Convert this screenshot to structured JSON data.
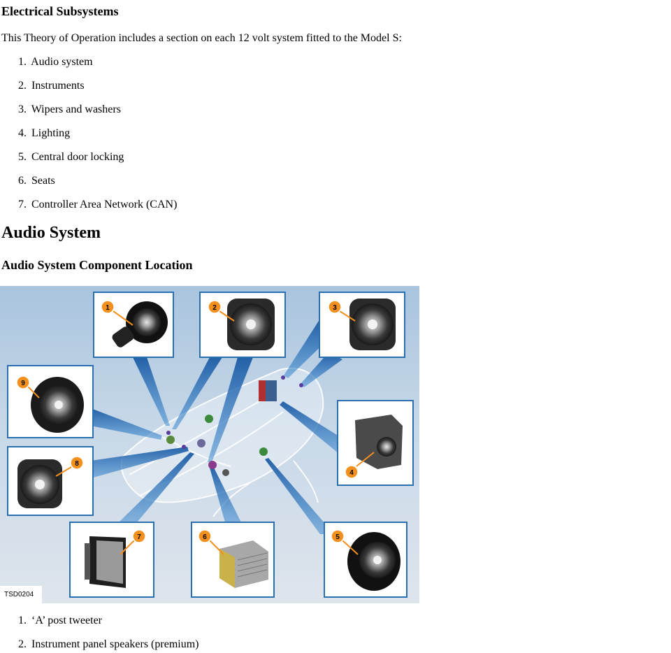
{
  "section": {
    "title": "Electrical Subsystems",
    "intro": "This Theory of Operation includes a section on each 12 volt system fitted to the Model S:",
    "items": [
      {
        "num": "1.",
        "label": "Audio system"
      },
      {
        "num": "2.",
        "label": "Instruments"
      },
      {
        "num": "3.",
        "label": "Wipers and washers"
      },
      {
        "num": "4.",
        "label": "Lighting"
      },
      {
        "num": "5.",
        "label": "Central door locking"
      },
      {
        "num": "6.",
        "label": "Seats"
      },
      {
        "num": "7.",
        "label": "Controller Area Network (CAN)"
      }
    ]
  },
  "audio": {
    "title": "Audio System",
    "subtitle": "Audio System Component Location",
    "figure": {
      "id": "TSD0204",
      "callouts": [
        "1",
        "2",
        "3",
        "4",
        "5",
        "6",
        "7",
        "8",
        "9"
      ]
    },
    "components": [
      {
        "num": "1.",
        "label": "‘A’ post tweeter"
      },
      {
        "num": "2.",
        "label": "Instrument panel speakers (premium)"
      }
    ]
  },
  "colors": {
    "badge": "#f3901e",
    "frame": "#2a6fb0",
    "beam": "#1c5fa8"
  }
}
